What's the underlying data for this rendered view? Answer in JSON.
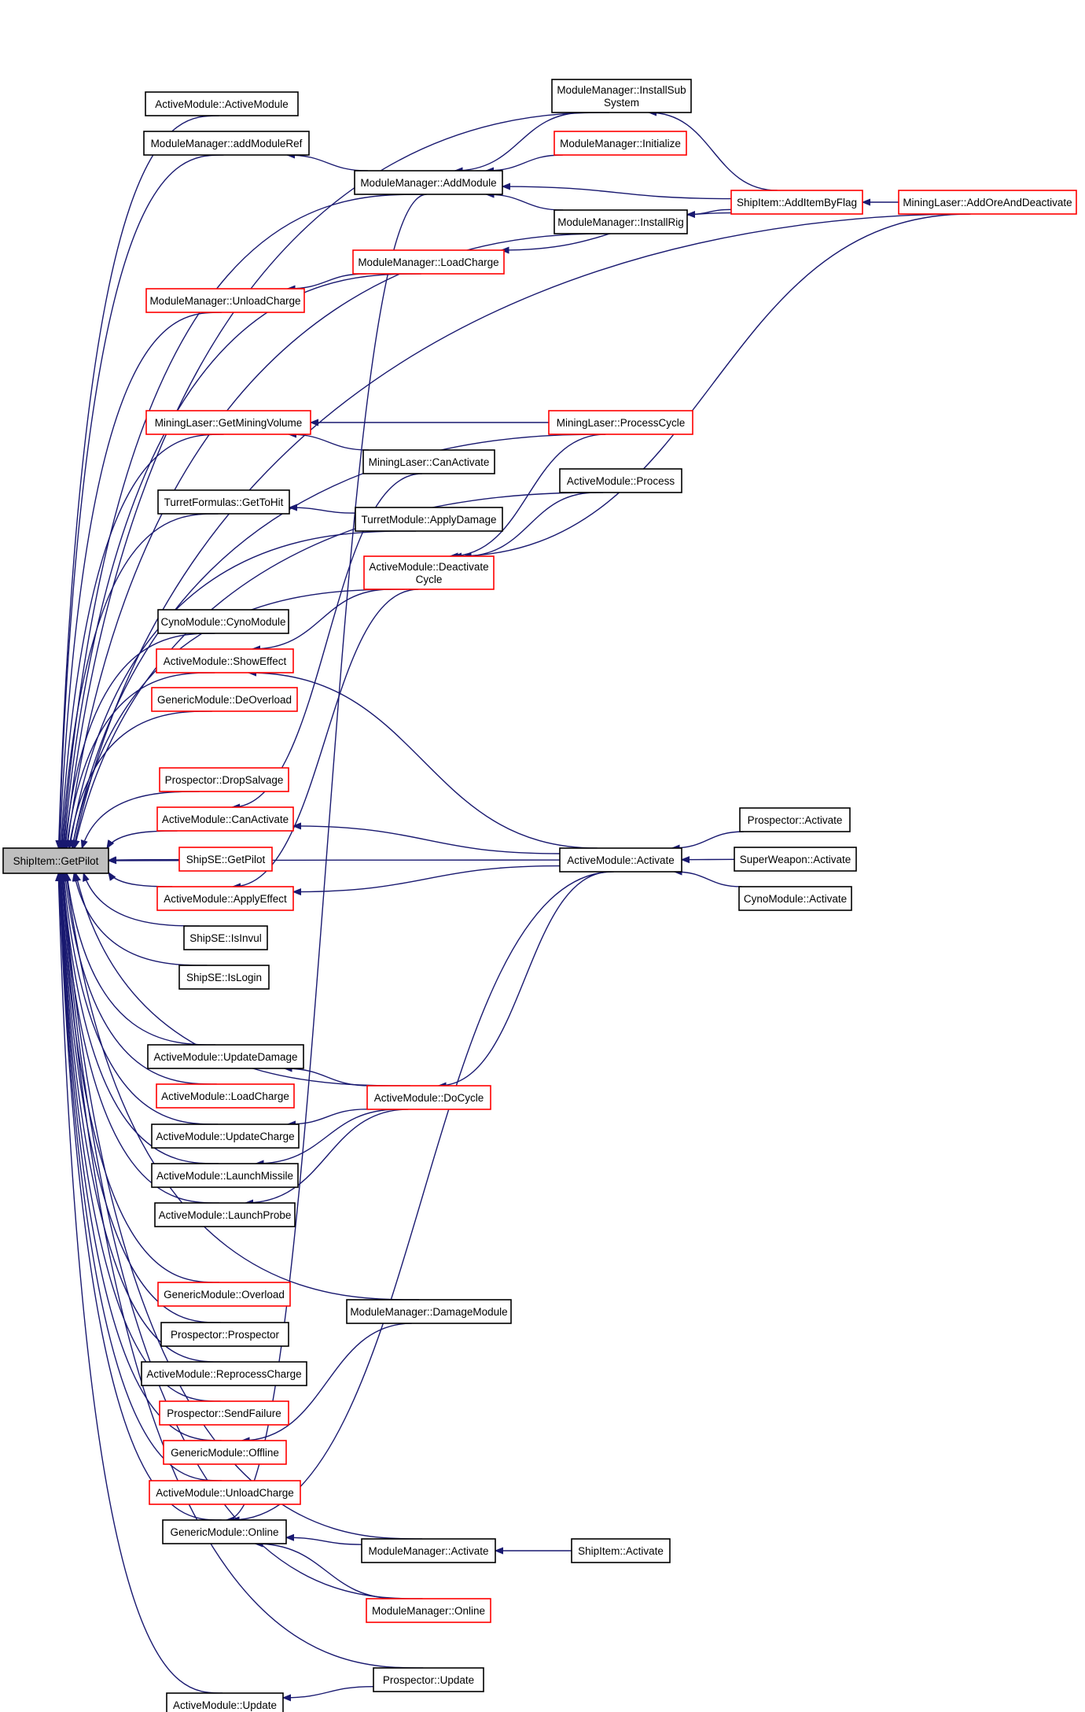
{
  "nodes": [
    {
      "id": "root",
      "lines": [
        "ShipItem::GetPilot"
      ],
      "style": "root"
    },
    {
      "id": "am_ctor",
      "lines": [
        "ActiveModule::ActiveModule"
      ],
      "style": "black"
    },
    {
      "id": "mm_addref",
      "lines": [
        "ModuleManager::addModuleRef"
      ],
      "style": "black"
    },
    {
      "id": "mm_unload",
      "lines": [
        "ModuleManager::UnloadCharge"
      ],
      "style": "red"
    },
    {
      "id": "ml_vol",
      "lines": [
        "MiningLaser::GetMiningVolume"
      ],
      "style": "red"
    },
    {
      "id": "tf_hit",
      "lines": [
        "TurretFormulas::GetToHit"
      ],
      "style": "black"
    },
    {
      "id": "cyno_ctor",
      "lines": [
        "CynoModule::CynoModule"
      ],
      "style": "black"
    },
    {
      "id": "am_show",
      "lines": [
        "ActiveModule::ShowEffect"
      ],
      "style": "red"
    },
    {
      "id": "gm_deo",
      "lines": [
        "GenericModule::DeOverload"
      ],
      "style": "red"
    },
    {
      "id": "pr_drop",
      "lines": [
        "Prospector::DropSalvage"
      ],
      "style": "red"
    },
    {
      "id": "am_canact",
      "lines": [
        "ActiveModule::CanActivate"
      ],
      "style": "red"
    },
    {
      "id": "sse_pilot",
      "lines": [
        "ShipSE::GetPilot"
      ],
      "style": "red"
    },
    {
      "id": "am_apply",
      "lines": [
        "ActiveModule::ApplyEffect"
      ],
      "style": "red"
    },
    {
      "id": "sse_invul",
      "lines": [
        "ShipSE::IsInvul"
      ],
      "style": "black"
    },
    {
      "id": "sse_login",
      "lines": [
        "ShipSE::IsLogin"
      ],
      "style": "black"
    },
    {
      "id": "am_upd_dmg",
      "lines": [
        "ActiveModule::UpdateDamage"
      ],
      "style": "black"
    },
    {
      "id": "am_loadch",
      "lines": [
        "ActiveModule::LoadCharge"
      ],
      "style": "red"
    },
    {
      "id": "am_upd_ch",
      "lines": [
        "ActiveModule::UpdateCharge"
      ],
      "style": "black"
    },
    {
      "id": "am_missile",
      "lines": [
        "ActiveModule::LaunchMissile"
      ],
      "style": "black"
    },
    {
      "id": "am_probe",
      "lines": [
        "ActiveModule::LaunchProbe"
      ],
      "style": "black"
    },
    {
      "id": "gm_over",
      "lines": [
        "GenericModule::Overload"
      ],
      "style": "red"
    },
    {
      "id": "pr_ctor",
      "lines": [
        "Prospector::Prospector"
      ],
      "style": "black"
    },
    {
      "id": "am_reproc",
      "lines": [
        "ActiveModule::ReprocessCharge"
      ],
      "style": "black"
    },
    {
      "id": "pr_fail",
      "lines": [
        "Prospector::SendFailure"
      ],
      "style": "red"
    },
    {
      "id": "gm_off",
      "lines": [
        "GenericModule::Offline"
      ],
      "style": "red"
    },
    {
      "id": "am_unloadch",
      "lines": [
        "ActiveModule::UnloadCharge"
      ],
      "style": "red"
    },
    {
      "id": "gm_on",
      "lines": [
        "GenericModule::Online"
      ],
      "style": "black"
    },
    {
      "id": "am_update",
      "lines": [
        "ActiveModule::Update"
      ],
      "style": "black"
    },
    {
      "id": "mm_installsub",
      "lines": [
        "ModuleManager::InstallSub",
        "System"
      ],
      "style": "black"
    },
    {
      "id": "mm_init",
      "lines": [
        "ModuleManager::Initialize"
      ],
      "style": "red"
    },
    {
      "id": "mm_addmod",
      "lines": [
        "ModuleManager::AddModule"
      ],
      "style": "black"
    },
    {
      "id": "mm_rig",
      "lines": [
        "ModuleManager::InstallRig"
      ],
      "style": "black"
    },
    {
      "id": "mm_loadch",
      "lines": [
        "ModuleManager::LoadCharge"
      ],
      "style": "red"
    },
    {
      "id": "ml_proc",
      "lines": [
        "MiningLaser::ProcessCycle"
      ],
      "style": "red"
    },
    {
      "id": "ml_canact",
      "lines": [
        "MiningLaser::CanActivate"
      ],
      "style": "black"
    },
    {
      "id": "am_process",
      "lines": [
        "ActiveModule::Process"
      ],
      "style": "black"
    },
    {
      "id": "tm_apply",
      "lines": [
        "TurretModule::ApplyDamage"
      ],
      "style": "black"
    },
    {
      "id": "am_deact",
      "lines": [
        "ActiveModule::Deactivate",
        "Cycle"
      ],
      "style": "red"
    },
    {
      "id": "am_activate",
      "lines": [
        "ActiveModule::Activate"
      ],
      "style": "black"
    },
    {
      "id": "am_docycle",
      "lines": [
        "ActiveModule::DoCycle"
      ],
      "style": "red"
    },
    {
      "id": "mm_dmg",
      "lines": [
        "ModuleManager::DamageModule"
      ],
      "style": "black"
    },
    {
      "id": "mm_act",
      "lines": [
        "ModuleManager::Activate"
      ],
      "style": "black"
    },
    {
      "id": "mm_online",
      "lines": [
        "ModuleManager::Online"
      ],
      "style": "red"
    },
    {
      "id": "pr_update",
      "lines": [
        "Prospector::Update"
      ],
      "style": "black"
    },
    {
      "id": "si_addflag",
      "lines": [
        "ShipItem::AddItemByFlag"
      ],
      "style": "red"
    },
    {
      "id": "pr_act",
      "lines": [
        "Prospector::Activate"
      ],
      "style": "black"
    },
    {
      "id": "sw_act",
      "lines": [
        "SuperWeapon::Activate"
      ],
      "style": "black"
    },
    {
      "id": "cy_act",
      "lines": [
        "CynoModule::Activate"
      ],
      "style": "black"
    },
    {
      "id": "si_act",
      "lines": [
        "ShipItem::Activate"
      ],
      "style": "black"
    },
    {
      "id": "ml_addore",
      "lines": [
        "MiningLaser::AddOreAndDeactivate"
      ],
      "style": "red"
    }
  ],
  "edges": [
    [
      "root",
      "am_ctor"
    ],
    [
      "root",
      "mm_addref"
    ],
    [
      "root",
      "mm_unload"
    ],
    [
      "root",
      "ml_vol"
    ],
    [
      "root",
      "tf_hit"
    ],
    [
      "root",
      "cyno_ctor"
    ],
    [
      "root",
      "am_show"
    ],
    [
      "root",
      "gm_deo"
    ],
    [
      "root",
      "pr_drop"
    ],
    [
      "root",
      "am_canact"
    ],
    [
      "root",
      "sse_pilot"
    ],
    [
      "root",
      "am_apply"
    ],
    [
      "root",
      "sse_invul"
    ],
    [
      "root",
      "sse_login"
    ],
    [
      "root",
      "am_upd_dmg"
    ],
    [
      "root",
      "am_loadch"
    ],
    [
      "root",
      "am_upd_ch"
    ],
    [
      "root",
      "am_missile"
    ],
    [
      "root",
      "am_probe"
    ],
    [
      "root",
      "gm_over"
    ],
    [
      "root",
      "pr_ctor"
    ],
    [
      "root",
      "am_reproc"
    ],
    [
      "root",
      "pr_fail"
    ],
    [
      "root",
      "gm_off"
    ],
    [
      "root",
      "am_unloadch"
    ],
    [
      "root",
      "gm_on"
    ],
    [
      "root",
      "am_update"
    ],
    [
      "root",
      "ml_addore"
    ],
    [
      "root",
      "mm_installsub"
    ],
    [
      "root",
      "mm_addmod"
    ],
    [
      "root",
      "mm_rig"
    ],
    [
      "root",
      "mm_loadch"
    ],
    [
      "root",
      "ml_proc"
    ],
    [
      "root",
      "am_process"
    ],
    [
      "root",
      "tm_apply"
    ],
    [
      "root",
      "am_deact"
    ],
    [
      "root",
      "am_activate"
    ],
    [
      "root",
      "am_docycle"
    ],
    [
      "root",
      "mm_dmg"
    ],
    [
      "root",
      "mm_act"
    ],
    [
      "root",
      "mm_online"
    ],
    [
      "root",
      "pr_update"
    ],
    [
      "mm_addref",
      "mm_addmod"
    ],
    [
      "mm_unload",
      "mm_loadch"
    ],
    [
      "ml_vol",
      "ml_proc"
    ],
    [
      "ml_vol",
      "ml_canact"
    ],
    [
      "tf_hit",
      "tm_apply"
    ],
    [
      "am_show",
      "am_deact"
    ],
    [
      "am_show",
      "am_activate"
    ],
    [
      "am_canact",
      "ml_canact"
    ],
    [
      "am_canact",
      "am_activate"
    ],
    [
      "am_apply",
      "am_deact"
    ],
    [
      "am_apply",
      "am_activate"
    ],
    [
      "am_upd_dmg",
      "am_docycle"
    ],
    [
      "am_upd_ch",
      "am_docycle"
    ],
    [
      "am_missile",
      "am_docycle"
    ],
    [
      "am_probe",
      "am_docycle"
    ],
    [
      "gm_off",
      "mm_dmg"
    ],
    [
      "gm_on",
      "mm_addmod"
    ],
    [
      "gm_on",
      "am_activate"
    ],
    [
      "gm_on",
      "mm_act"
    ],
    [
      "gm_on",
      "mm_online"
    ],
    [
      "am_update",
      "pr_update"
    ],
    [
      "mm_addmod",
      "mm_installsub"
    ],
    [
      "mm_addmod",
      "mm_init"
    ],
    [
      "mm_addmod",
      "mm_rig"
    ],
    [
      "mm_addmod",
      "si_addflag"
    ],
    [
      "mm_rig",
      "si_addflag"
    ],
    [
      "mm_loadch",
      "si_addflag"
    ],
    [
      "mm_installsub",
      "si_addflag"
    ],
    [
      "am_deact",
      "ml_proc"
    ],
    [
      "am_deact",
      "am_process"
    ],
    [
      "am_deact",
      "ml_addore"
    ],
    [
      "am_docycle",
      "am_activate"
    ],
    [
      "am_activate",
      "pr_act"
    ],
    [
      "am_activate",
      "sw_act"
    ],
    [
      "am_activate",
      "cy_act"
    ],
    [
      "mm_act",
      "si_act"
    ],
    [
      "si_addflag",
      "ml_addore"
    ]
  ]
}
